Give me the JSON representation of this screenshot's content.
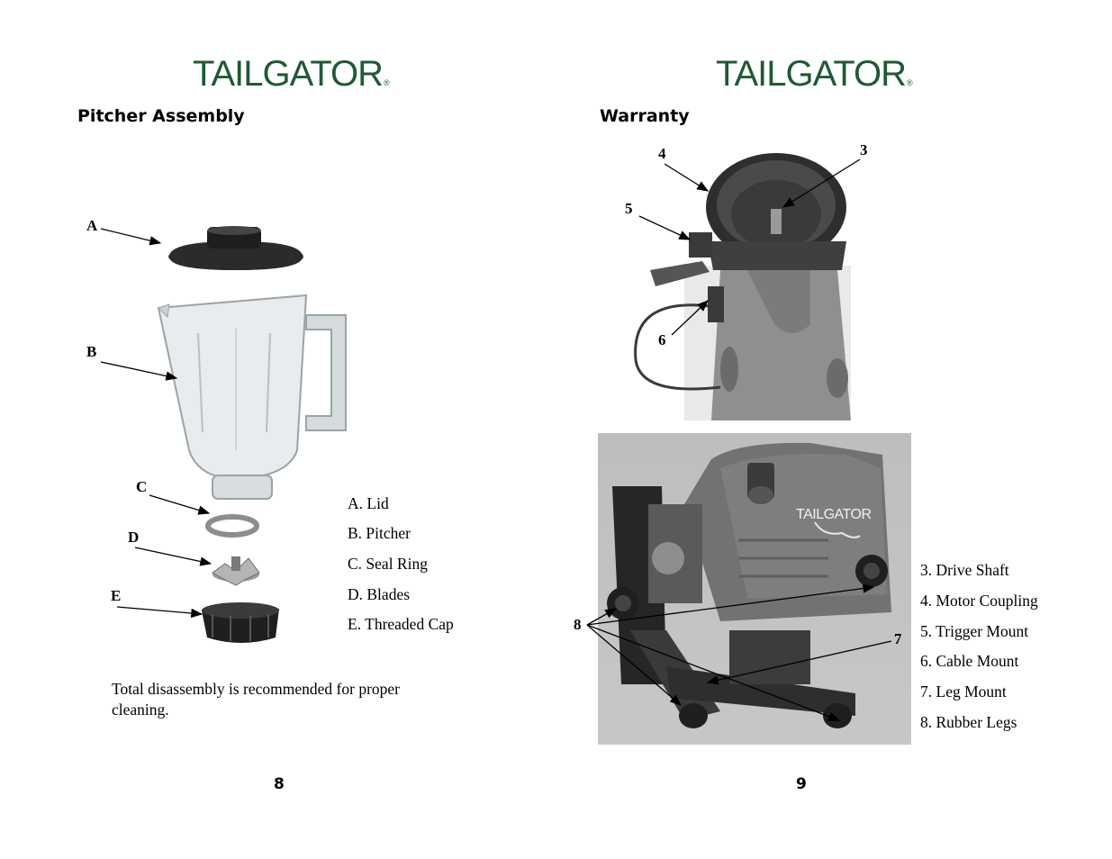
{
  "left_page": {
    "logo": "TAILGATOR",
    "logo_mark": "®",
    "heading": "Pitcher Assembly",
    "callouts": [
      "A",
      "B",
      "C",
      "D",
      "E"
    ],
    "legend": [
      "A. Lid",
      "B. Pitcher",
      "C. Seal Ring",
      "D. Blades",
      "E. Threaded Cap"
    ],
    "note": "Total disassembly is recommended for proper cleaning.",
    "page_number": "8"
  },
  "right_page": {
    "logo": "TAILGATOR",
    "logo_mark": "®",
    "heading": "Warranty",
    "callouts": [
      "3",
      "4",
      "5",
      "6",
      "7",
      "8"
    ],
    "engine_badge": "TAILGATOR",
    "legend": [
      "3. Drive Shaft",
      "4. Motor Coupling",
      "5. Trigger Mount",
      "6. Cable Mount",
      "7. Leg Mount",
      "8. Rubber Legs"
    ],
    "page_number": "9"
  },
  "colors": {
    "logo": "#1f5a32",
    "text": "#000000",
    "photo_gray": "#8a8a8a"
  }
}
